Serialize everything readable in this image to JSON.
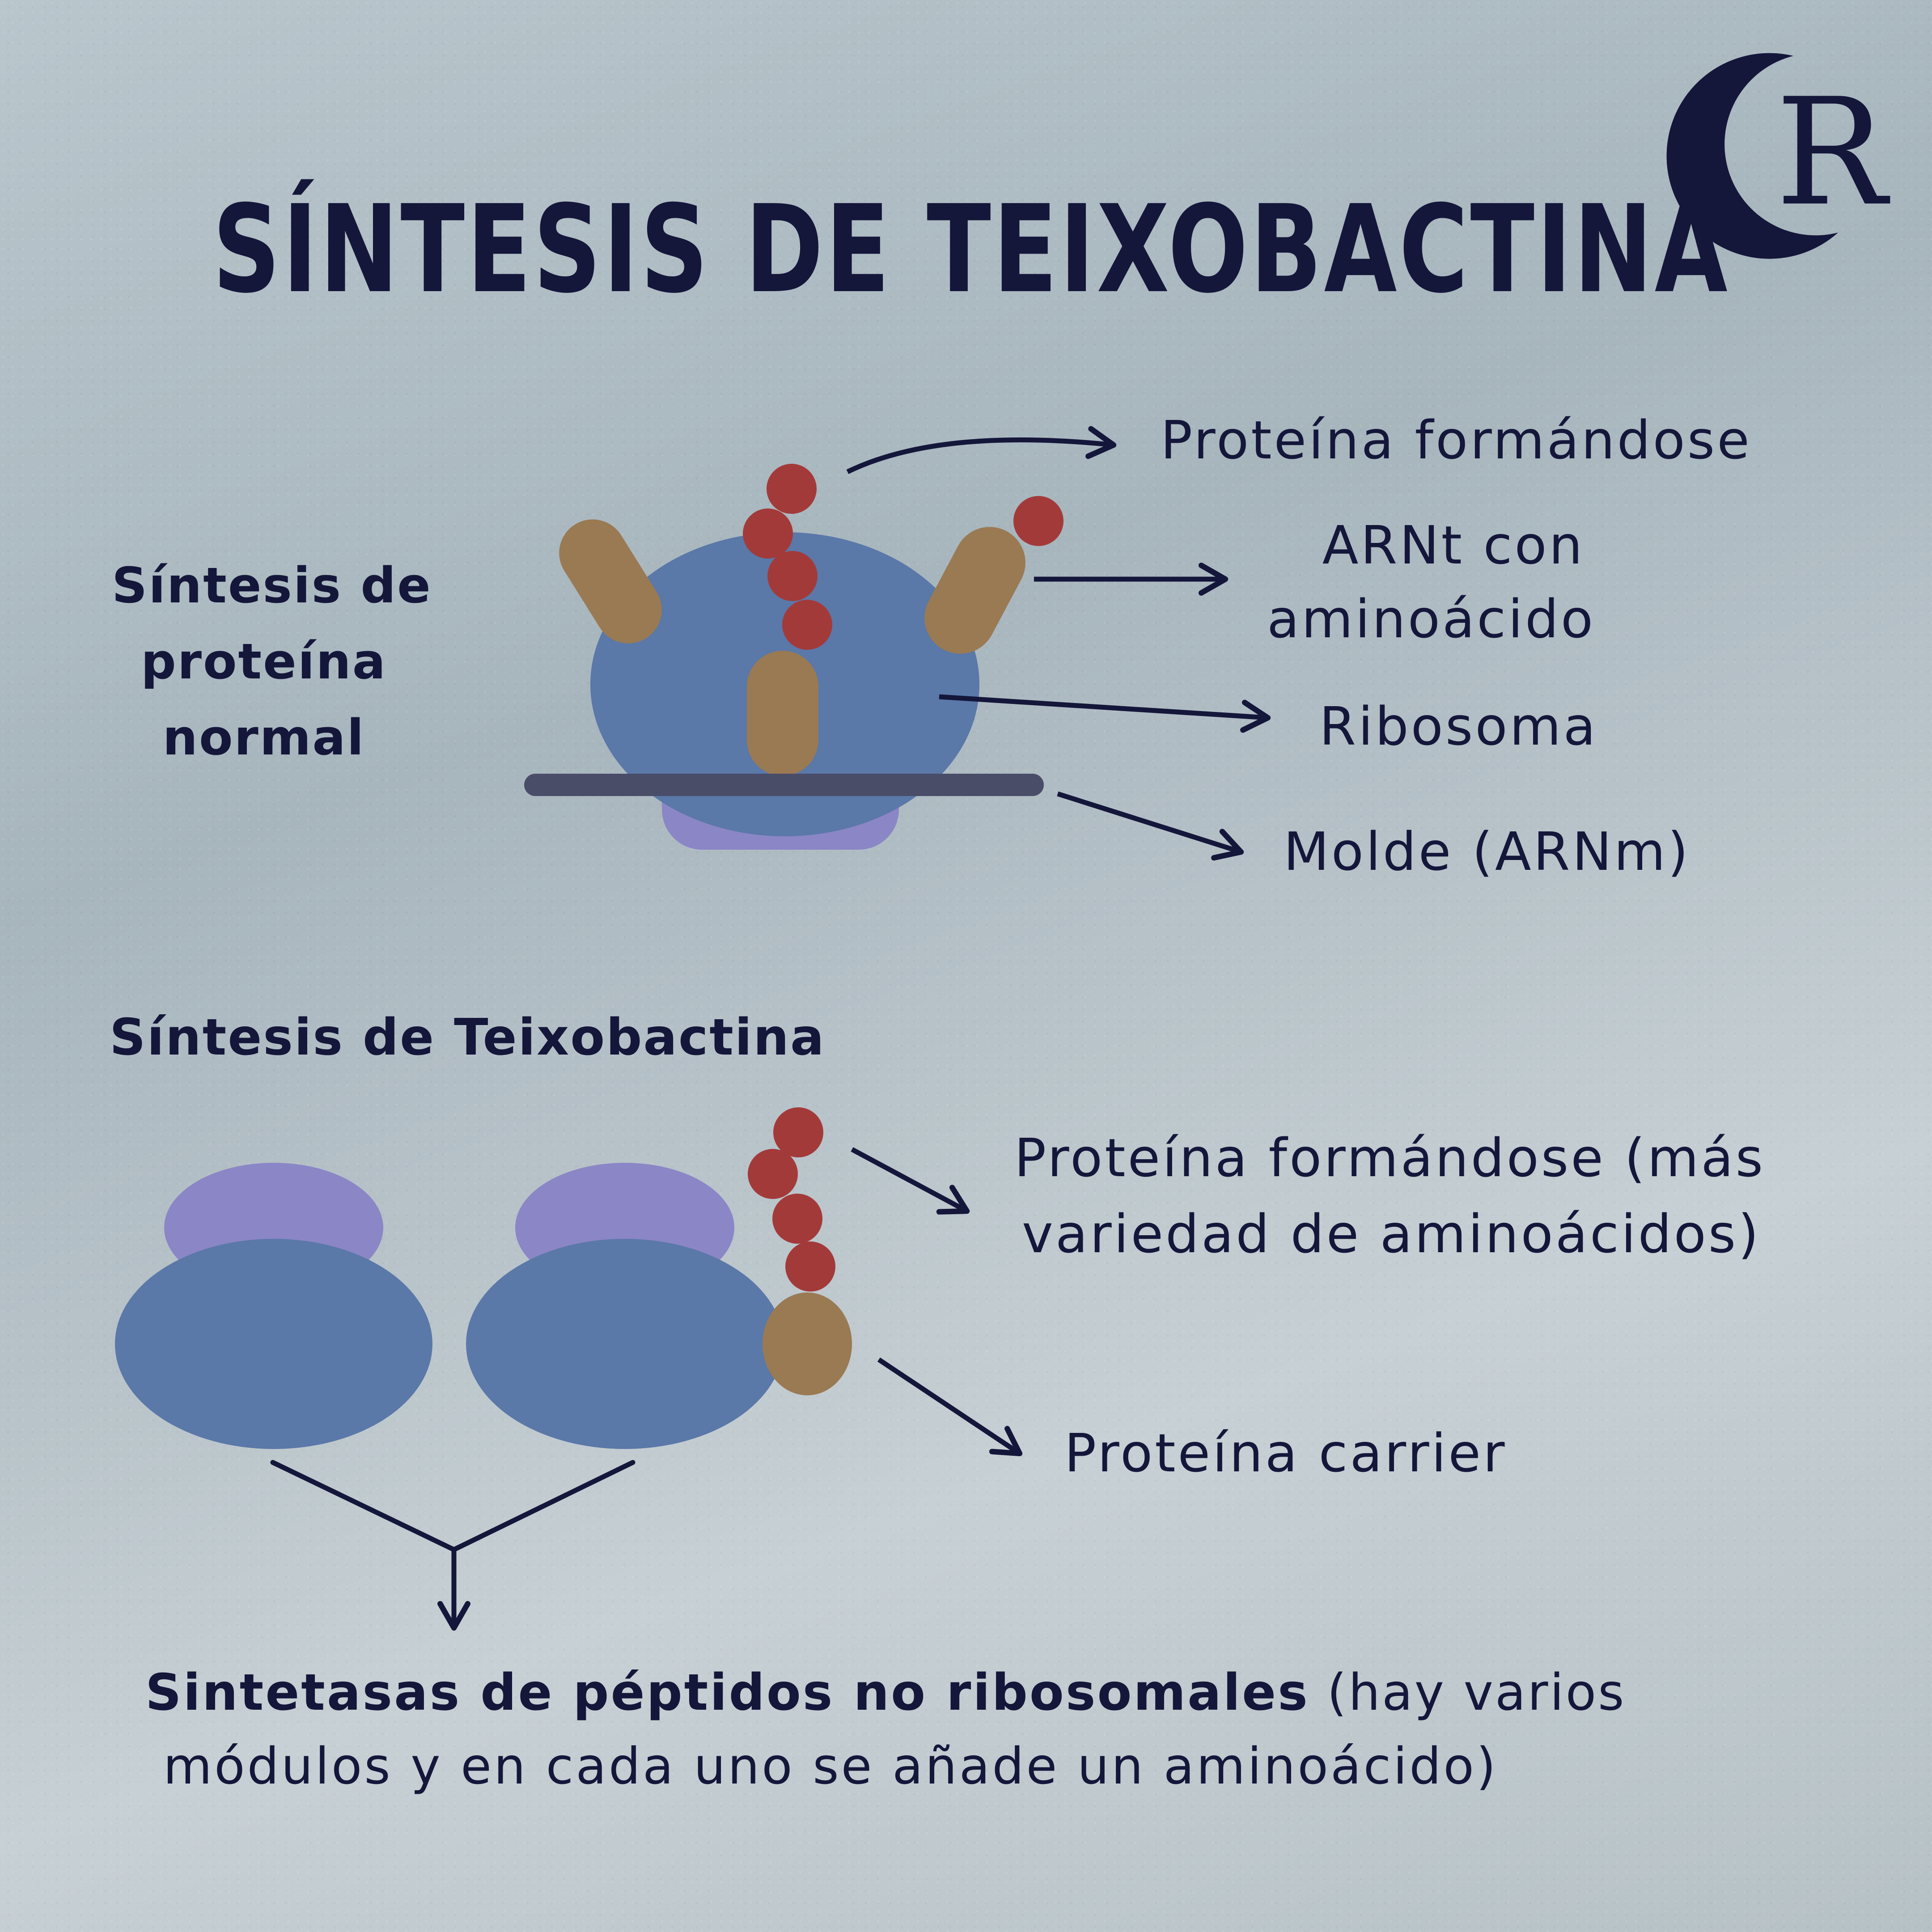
{
  "logo": {
    "text": "CR"
  },
  "title": "SÍNTESIS DE TEIXOBACTINA",
  "section1": {
    "heading_lines": [
      "Síntesis de",
      "proteína",
      "normal"
    ],
    "labels": {
      "protein": "Proteína formándose",
      "trna_line1": "ARNt con",
      "trna_line2": "aminoácido",
      "ribosome": "Ribosoma",
      "template": "Molde (ARNm)"
    }
  },
  "section2": {
    "heading": "Síntesis de Teixobactina",
    "labels": {
      "protein_line1": "Proteína formándose (más",
      "protein_line2": "variedad de aminoácidos)",
      "carrier": "Proteína carrier"
    },
    "summary": {
      "bold": "Sintetasas de péptidos no ribosomales",
      "rest_line1": " (hay varios",
      "line2": "módulos y en cada uno se añade un aminoácido)"
    }
  },
  "colors": {
    "navy": "#14163a",
    "ribosome_blue": "#5a78a8",
    "lavender": "#8b86c6",
    "trna_brown": "#9a7a53",
    "amino_red": "#a33a3a",
    "template_bar": "#4a4d68"
  }
}
